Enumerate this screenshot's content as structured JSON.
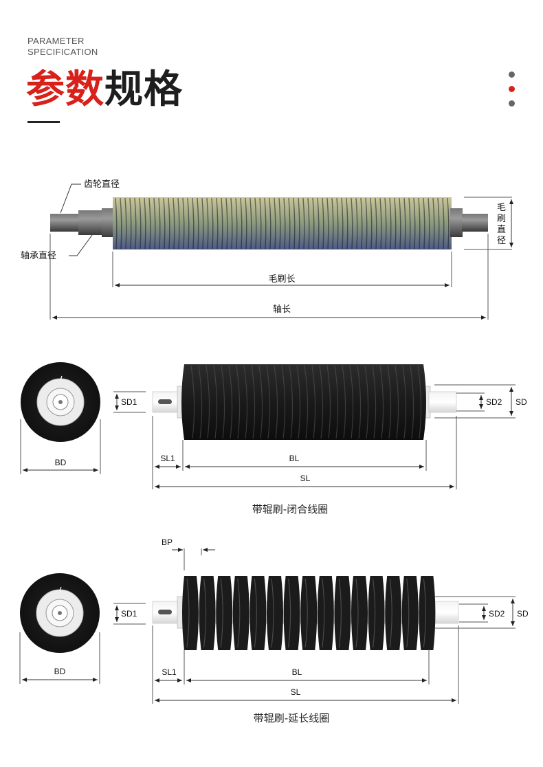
{
  "header": {
    "eyebrow_line1": "PARAMETER",
    "eyebrow_line2": "SPECIFICATION",
    "title_accent": "参数",
    "title_rest": "规格",
    "dot_colors": [
      "#666666",
      "#d8211a",
      "#666666"
    ]
  },
  "diagram1": {
    "gear_diameter": "齿轮直径",
    "bearing_diameter": "轴承直径",
    "brush_diameter": [
      "毛",
      "刷",
      "直",
      "径"
    ],
    "brush_length": "毛刷长",
    "shaft_length": "轴长"
  },
  "diagram2": {
    "sd1": "SD1",
    "sd2": "SD2",
    "sd": "SD",
    "bd": "BD",
    "sl1": "SL1",
    "bl": "BL",
    "sl": "SL",
    "caption": "带辊刷-闭合线圈"
  },
  "diagram3": {
    "bp": "BP",
    "sd1": "SD1",
    "sd2": "SD2",
    "sd": "SD",
    "bd": "BD",
    "sl1": "SL1",
    "bl": "BL",
    "sl": "SL",
    "caption": "带辊刷-延长线圈"
  }
}
